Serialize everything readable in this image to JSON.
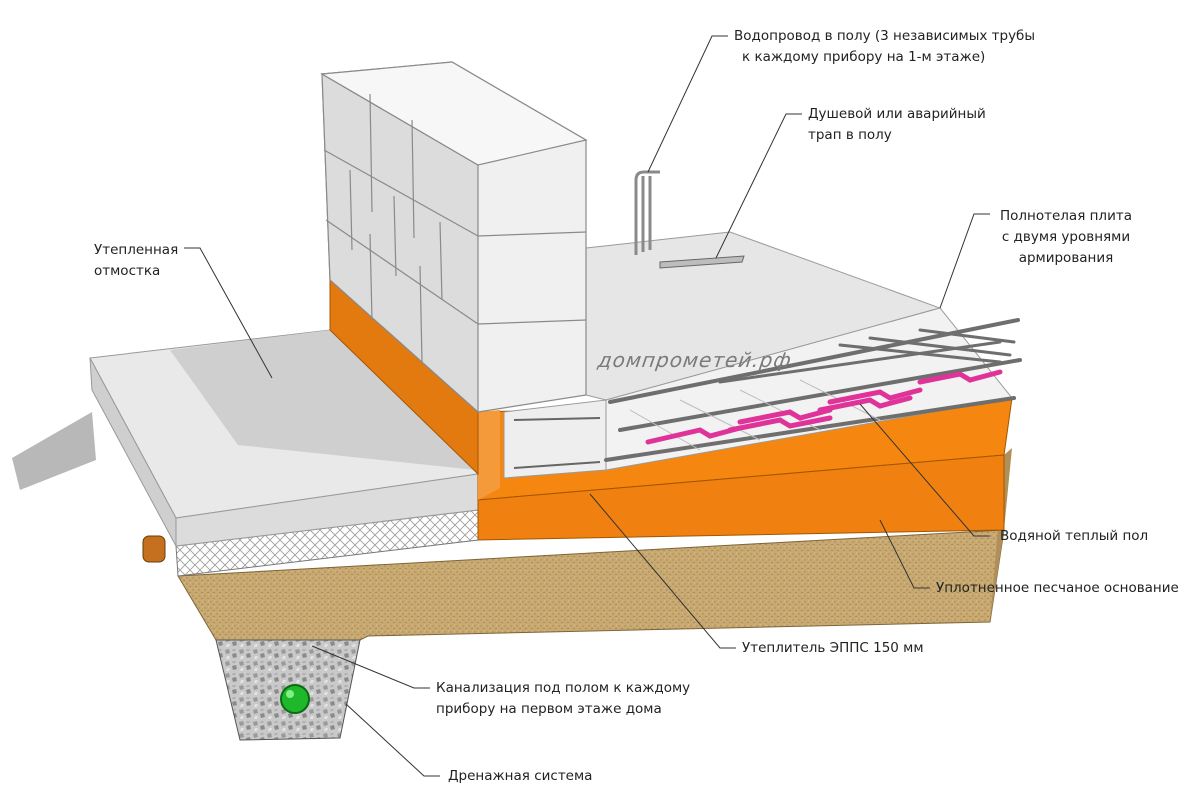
{
  "watermark": "домпрометей.рф",
  "labels": {
    "water_pipes": [
      "Водопровод в полу (3 независимых трубы",
      "к каждому прибору на 1-м этаже)"
    ],
    "drain": [
      "Душевой или аварийный",
      "трап в полу"
    ],
    "slab": [
      "Полнотелая плита",
      "с двумя уровнями",
      "армирования"
    ],
    "blind_area": [
      "Утепленная",
      "отмостка"
    ],
    "floor_heating": [
      "Водяной теплый пол"
    ],
    "sand_base": [
      "Уплотненное песчаное основание"
    ],
    "insulation": [
      "Утеплитель  ЭППС 150 мм"
    ],
    "sewer": [
      "Канализация под полом к каждому",
      "прибору на первом этаже дома"
    ],
    "drainage": [
      "Дренажная система"
    ]
  },
  "colors": {
    "concrete": "#e6e6e6",
    "insulation": "#f5860f",
    "sand": "#c4a36c",
    "gravel": "#bdbdbd",
    "heating_pipe": "#e0339a",
    "rebar": "#6e6e6e",
    "drain_pipe": "#1fb82a"
  }
}
